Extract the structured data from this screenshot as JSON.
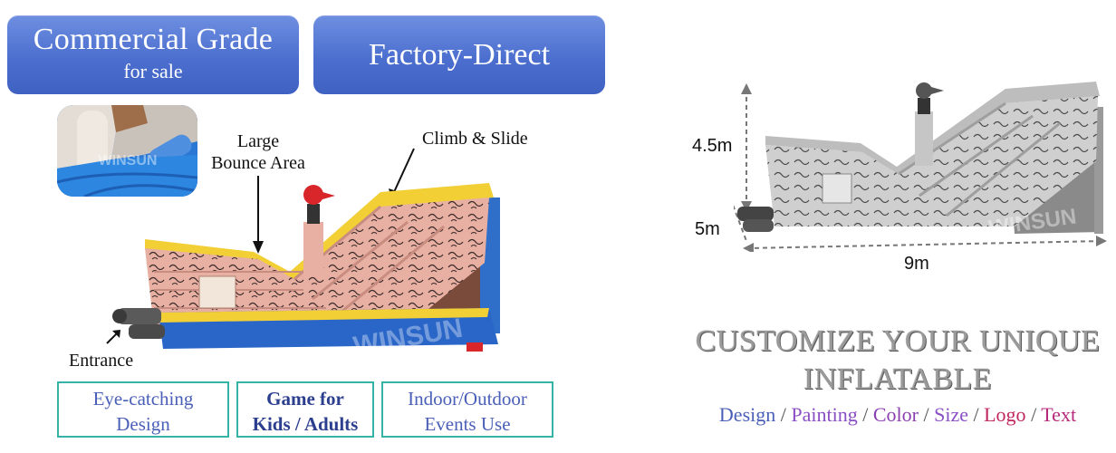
{
  "banners": {
    "commercial": {
      "title": "Commercial Grade",
      "subtitle": "for sale"
    },
    "factory": {
      "title": "Factory-Direct"
    }
  },
  "callouts": {
    "large_bounce": "Large\nBounce Area",
    "climb_slide": "Climb & Slide",
    "entrance": "Entrance"
  },
  "watermark": "WINSUN",
  "features": [
    {
      "line1": "Eye-catching",
      "line2": "Design"
    },
    {
      "line1": "Game for",
      "line2": "Kids / Adults"
    },
    {
      "line1": "Indoor/Outdoor",
      "line2": "Events Use"
    }
  ],
  "dimensions": {
    "height": "4.5m",
    "width": "5m",
    "length": "9m"
  },
  "customize": {
    "line1": "CUSTOMIZE YOUR UNIQUE",
    "line2": "INFLATABLE"
  },
  "options": [
    {
      "text": "Design",
      "color": "#4a5fb8"
    },
    {
      "text": "Painting",
      "color": "#8a4fc4"
    },
    {
      "text": "Color",
      "color": "#8a3fb0"
    },
    {
      "text": "Size",
      "color": "#8a4fc4"
    },
    {
      "text": "Logo",
      "color": "#c0265e"
    },
    {
      "text": "Text",
      "color": "#b52a7a"
    }
  ],
  "option_separator": " / "
}
